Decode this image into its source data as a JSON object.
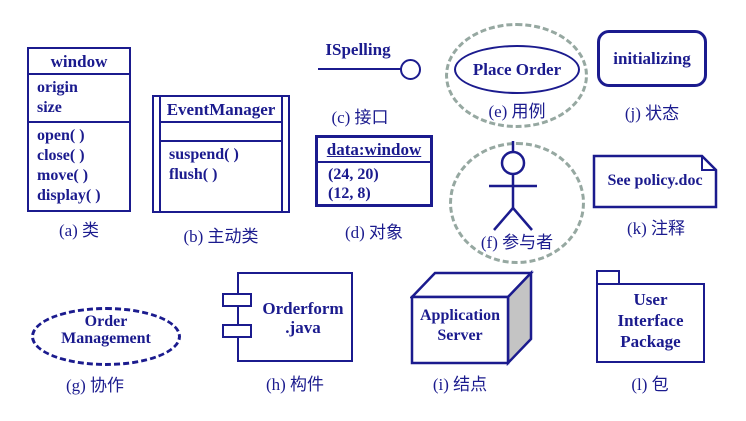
{
  "colors": {
    "ink": "#1b1b8e",
    "dashed_outline": "#96a8a1",
    "node_side_fill": "#c4c4c4",
    "background": "#ffffff"
  },
  "figures": {
    "class_a": {
      "title": "window",
      "attributes": [
        "origin",
        "size"
      ],
      "operations": [
        "open( )",
        "close( )",
        "move( )",
        "display( )"
      ],
      "caption": "(a) 类"
    },
    "active_class_b": {
      "title": "EventManager",
      "operations": [
        "suspend( )",
        "flush( )"
      ],
      "caption": "(b) 主动类"
    },
    "interface_c": {
      "name": "ISpelling",
      "caption": "(c) 接口"
    },
    "object_d": {
      "title": "data:window",
      "slots": [
        "(24, 20)",
        "(12, 8)"
      ],
      "caption": "(d) 对象"
    },
    "usecase_e": {
      "name": "Place Order",
      "caption": "(e) 用例"
    },
    "actor_f": {
      "caption": "(f) 参与者"
    },
    "state_j": {
      "name": "initializing",
      "caption": "(j) 状态"
    },
    "note_k": {
      "text": "See policy.doc",
      "caption": "(k) 注释"
    },
    "collaboration_g": {
      "name": [
        "Order",
        "Management"
      ],
      "caption": "(g) 协作"
    },
    "component_h": {
      "name": [
        "Orderform",
        ".java"
      ],
      "caption": "(h) 构件"
    },
    "node_i": {
      "name": [
        "Application",
        "Server"
      ],
      "caption": "(i) 结点"
    },
    "package_l": {
      "name": [
        "User",
        "Interface",
        "Package"
      ],
      "caption": "(l) 包"
    }
  }
}
